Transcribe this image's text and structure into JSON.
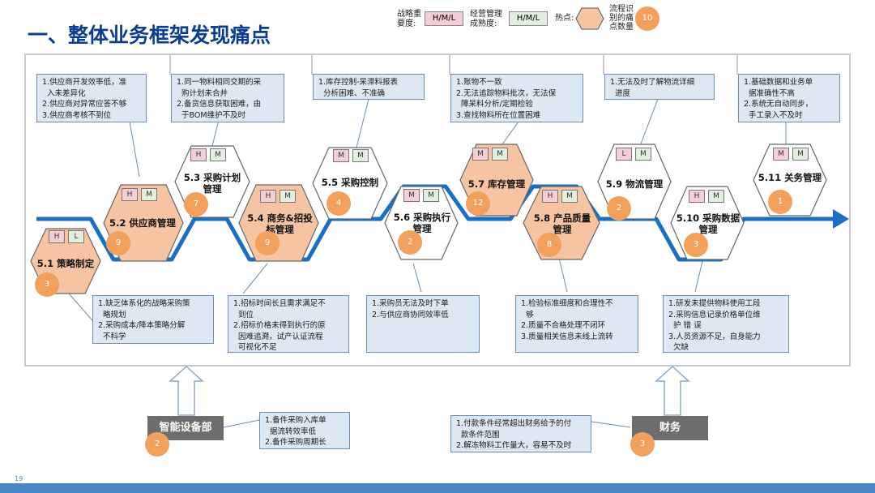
{
  "title": "一、整体业务框架发现痛点",
  "legend": {
    "importance_label": "战略重\n要度:",
    "importance_value": "H/M/L",
    "maturity_label": "经营管理\n成熟度:",
    "maturity_value": "H/M/L",
    "hotspot_label": "热点:",
    "count_label": "流程识\n别的痛\n点数量",
    "count_value": "10"
  },
  "colors": {
    "title": "#0b3d91",
    "track": "#1a6fc2",
    "hex_fill": "#f6c4a3",
    "hex_plain": "#ffffff",
    "circle": "#f2a05c",
    "note_bg": "#dde8f3",
    "dept_bg": "#6d6d6d"
  },
  "stages": [
    {
      "name": "5.1 策略制定",
      "importance": "H",
      "maturity": "L",
      "count": "3",
      "hot": true
    },
    {
      "name": "5.2 供应商管理",
      "importance": "H",
      "maturity": "M",
      "count": "9",
      "hot": true
    },
    {
      "name": "5.3 采购计划\n管理",
      "importance": "H",
      "maturity": "M",
      "count": "7",
      "hot": false
    },
    {
      "name": "5.4 商务&招投\n标管理",
      "importance": "H",
      "maturity": "M",
      "count": "9",
      "hot": true
    },
    {
      "name": "5.5 采购控制",
      "importance": "M",
      "maturity": "M",
      "count": "4",
      "hot": false
    },
    {
      "name": "5.6 采购执行\n管理",
      "importance": "M",
      "maturity": "M",
      "count": "2",
      "hot": false
    },
    {
      "name": "5.7 库存管理",
      "importance": "M",
      "maturity": "M",
      "count": "12",
      "hot": true
    },
    {
      "name": "5.8 产品质量\n管理",
      "importance": "H",
      "maturity": "M",
      "count": "8",
      "hot": true
    },
    {
      "name": "5.9 物流管理",
      "importance": "L",
      "maturity": "M",
      "count": "2",
      "hot": false
    },
    {
      "name": "5.10 采购数据\n管理",
      "importance": "H",
      "maturity": "M",
      "count": "3",
      "hot": false
    },
    {
      "name": "5.11 关务管理",
      "importance": "M",
      "maturity": "M",
      "count": "1",
      "hot": false
    }
  ],
  "top_notes": [
    {
      "lines": [
        "1.供应商开发效率低，准",
        "  入未差异化",
        "2.供应商对异常应答不够",
        "3.供应商考核不到位"
      ]
    },
    {
      "lines": [
        "1.同一物料相同交期的采",
        "  购计划未合并",
        "2.备货信息获取困难，由",
        "  于BOM维护不及时"
      ]
    },
    {
      "lines": [
        "1.库存控制-呆滞料报表",
        "  分析困难、不准确"
      ]
    },
    {
      "lines": [
        "1.账物不一致",
        "2.无法追踪物料批次，无法保",
        "  障呆料分析/定期检验",
        "3.查找物料所在位置困难"
      ]
    },
    {
      "lines": [
        "1.无法及时了解物流详细",
        "  进度"
      ]
    },
    {
      "lines": [
        "1.基础数据和业务单",
        "  据准确性不高",
        "2.系统无自动同步，",
        "  手工录入不及时"
      ]
    }
  ],
  "bottom_notes": [
    {
      "lines": [
        "1.缺乏体系化的战略采购策",
        "  略规划",
        "2.采购成本/降本策略分解",
        "  不科学"
      ]
    },
    {
      "lines": [
        "1.招标时间长且需求满足不",
        "  到位",
        "2.招标价格未得到执行的原",
        "  因难追溯，试产认证流程",
        "  可视化不足"
      ]
    },
    {
      "lines": [
        "1.采购员无法及时下单",
        "2.与供应商协同效率低"
      ]
    },
    {
      "lines": [
        "1.检验标准细度和合理性不",
        "  够",
        "2.质量不合格处理不闭环",
        "3.质量相关信息未线上流转"
      ]
    },
    {
      "lines": [
        "1.研发未提供物料使用工段",
        "2.采购信息记录价格单位维",
        "  护 错 误",
        "3.人员资源不足，自身能力",
        "  欠缺"
      ]
    }
  ],
  "departments": [
    {
      "name": "智能设备部",
      "count": "2",
      "note_lines": [
        "1.备件采购入库单",
        "  据流转效率低",
        "2.备件采购周期长"
      ]
    },
    {
      "name": "财务",
      "count": "3",
      "note_lines": [
        "1.付款条件经常超出财务给予的付",
        "  款条件范围",
        "2.解冻物料工作量大，容易不及时"
      ]
    }
  ],
  "page_number": "19"
}
